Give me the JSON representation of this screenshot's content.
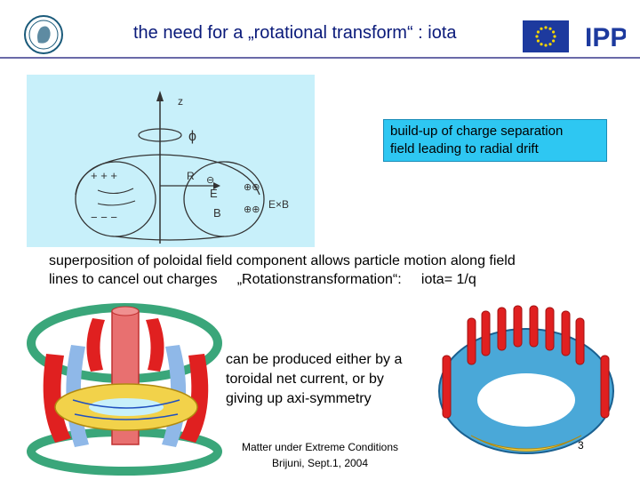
{
  "title": "the need for a „rotational transform“ : iota",
  "diagram": {
    "z_label": "z",
    "phi_label": "ϕ",
    "r_label": "R",
    "e_label": "E",
    "b_label": "B",
    "exb_label": "E×B"
  },
  "callout": {
    "line1": "build-up of charge separation",
    "line2": "field leading to radial drift"
  },
  "superposition": {
    "line1": "superposition of poloidal field component allows particle motion along field",
    "line2_a": "lines to cancel out charges",
    "line2_b": "„Rotationstransformation“:",
    "line2_c": "iota= 1/q"
  },
  "stellarator_note": {
    "line1": "can be produced either by a",
    "line2": "toroidal net current, or by",
    "line2b": "giving up axi-symmetry"
  },
  "footer": {
    "line1": "Matter under Extreme Conditions",
    "line2": "Brijuni, Sept.1, 2004"
  },
  "page_number": "3",
  "logos": {
    "ipp_text": "IPP"
  },
  "colors": {
    "title": "#0a1a7a",
    "callout_bg": "#2ec7f2",
    "diagram_bg": "#c8f0fa",
    "coil_red": "#e02020",
    "coil_green": "#3aa67a",
    "plasma_yellow": "#f2d24a"
  }
}
